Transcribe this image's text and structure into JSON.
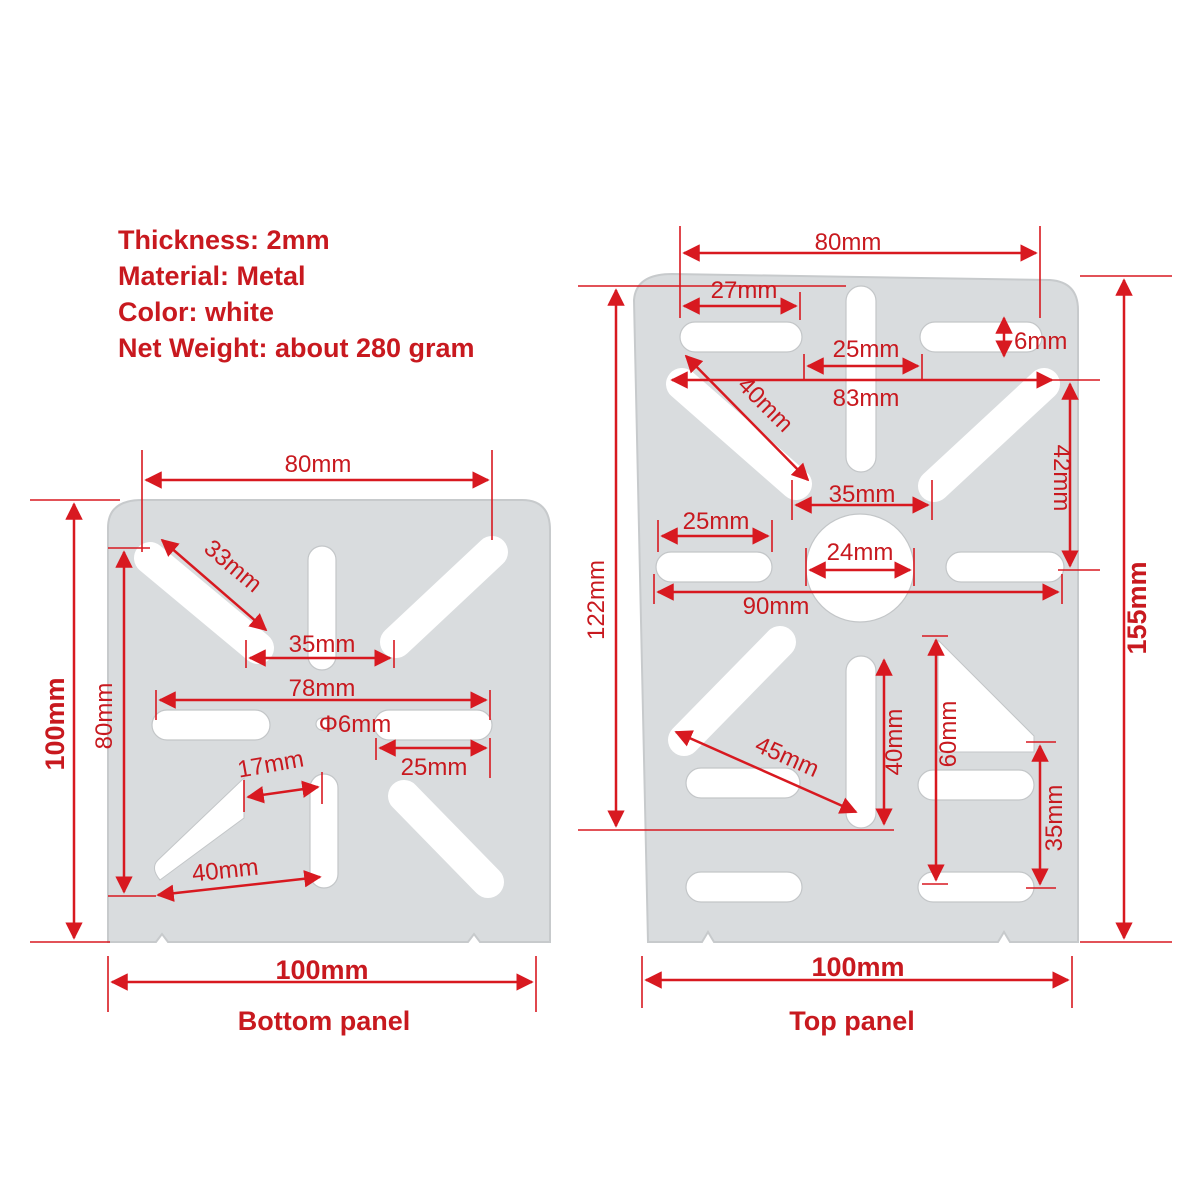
{
  "specs": {
    "thickness": "Thickness: 2mm",
    "material": "Material: Metal",
    "color": "Color: white",
    "weight": "Net Weight: about 280 gram"
  },
  "bottom_panel": {
    "caption": "Bottom panel",
    "width": "80mm",
    "height_outer": "100mm",
    "height_inner": "80mm",
    "diag_slot": "33mm",
    "inner_gap": "35mm",
    "mid_span": "78mm",
    "hole": "Φ6mm",
    "side_slot": "25mm",
    "lower_gap": "17mm",
    "lower_diag": "40mm",
    "base_width": "100mm"
  },
  "top_panel": {
    "caption": "Top panel",
    "top_width": "80mm",
    "top_slot": "27mm",
    "slot_height": "6mm",
    "center_gap": "25mm",
    "span_83": "83mm",
    "diag_40": "40mm",
    "right_42": "42mm",
    "gap_35": "35mm",
    "left_slot": "25mm",
    "circle": "24mm",
    "span_90": "90mm",
    "height_122": "122mm",
    "height_155": "155mm",
    "diag_45": "45mm",
    "vert_40": "40mm",
    "vert_60": "60mm",
    "vert_35": "35mm",
    "base_width": "100mm"
  },
  "colors": {
    "annotation": "#d81920",
    "plate": "#d9dcde",
    "background": "#ffffff"
  }
}
